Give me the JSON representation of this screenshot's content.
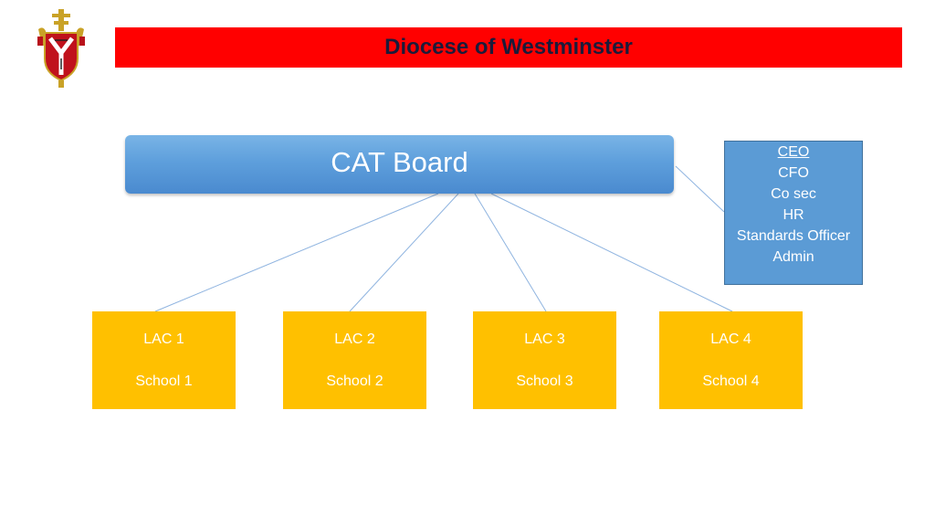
{
  "header": {
    "title": "Diocese of Westminster"
  },
  "board": {
    "label": "CAT Board"
  },
  "staff": {
    "items": [
      "CEO",
      "CFO",
      "Co sec",
      "HR",
      "Standards Officer",
      "Admin"
    ]
  },
  "lacs": [
    {
      "lac": "LAC 1",
      "school": "School 1"
    },
    {
      "lac": "LAC 2",
      "school": "School 2"
    },
    {
      "lac": "LAC 3",
      "school": "School 3"
    },
    {
      "lac": "LAC 4",
      "school": "School 4"
    }
  ],
  "colors": {
    "banner": "#ff0000",
    "board": "#5b9bd5",
    "staff_box": "#5b9bd5",
    "lac_box": "#ffc000",
    "connector": "#5b9bd5"
  },
  "logo": {
    "name": "diocese-crest-icon"
  }
}
